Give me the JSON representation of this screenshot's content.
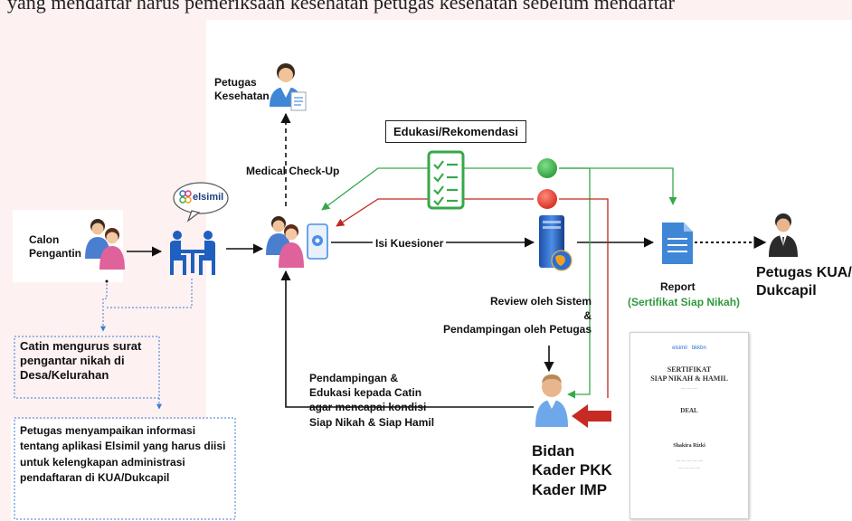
{
  "header_partial_text": "yang mendaftar harus pemeriksaan kesehatan petugas kesehatan sebelum mendaftar",
  "labels": {
    "petugas_kesehatan": "Petugas\nKesehatan",
    "edukasi_rekomendasi": "Edukasi/Rekomendasi",
    "medical_checkup": "Medical Check-Up",
    "elsimil_bubble": "elsimil",
    "calon_pengantin": "Calon\nPengantin",
    "isi_kuesioner": "Isi Kuesioner",
    "report": "Report",
    "sertifikat": "(Sertifikat Siap Nikah)",
    "petugas_kua": "Petugas KUA/\nDukcapil",
    "review": "Review oleh Sistem\n&\nPendampingan oleh Petugas",
    "catin_mengurus": "Catin mengurus surat\npengantar nikah di\nDesa/Kelurahan",
    "petugas_menyampaikan": "Petugas menyampaikan informasi\ntentang aplikasi Elsimil yang harus diisi\nuntuk kelengkapan administrasi\npendaftaran di KUA/Dukcapil",
    "pendampingan": "Pendampingan &\nEdukasi kepada Catin\nagar mencapai kondisi\nSiap Nikah & Siap Hamil",
    "bidan": "Bidan\nKader PKK\nKader IMP"
  },
  "certificate": {
    "logo1": "elsimil",
    "logo2": "bkkbn",
    "title": "SERTIFIKAT\nSIAP NIKAH & HAMIL",
    "name": "DEAL",
    "signer": "Shakira Rizki"
  },
  "colors": {
    "green": "#37a84a",
    "red": "#e23a2b",
    "dark_red": "#c0271f",
    "blue": "#2b6fd1",
    "report_green": "#2e9b3d",
    "dashed_blue": "#3a7bd5"
  },
  "icons": [
    "health-worker-icon",
    "couple-icon",
    "meeting-icon",
    "catin-icon",
    "tablet-icon",
    "checklist-icon",
    "green-light-icon",
    "red-light-icon",
    "server-globe-icon",
    "report-doc-icon",
    "officer-icon",
    "bidan-icon"
  ]
}
